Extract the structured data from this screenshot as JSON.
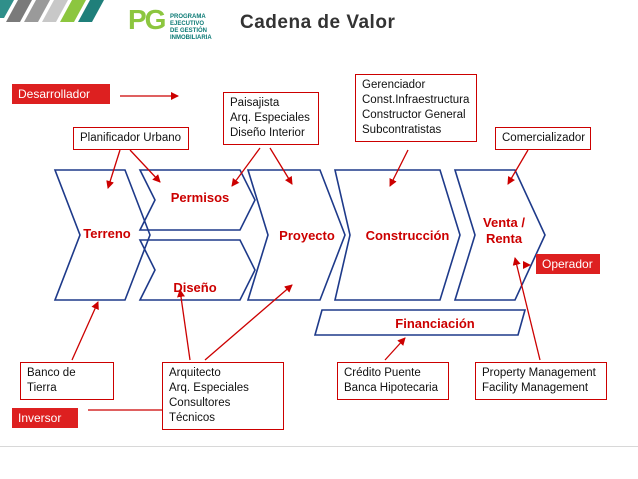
{
  "header": {
    "title": "Cadena de Valor",
    "logo_mark": "PG",
    "logo_lines": [
      "PROGRAMA EJECUTIVO",
      "DE GESTIÓN",
      "INMOBILIARIA"
    ]
  },
  "colors": {
    "accent": "#cc0000",
    "teal": "#0b7a75",
    "green": "#8cc63f"
  },
  "actors": {
    "desarrollador": "Desarrollador",
    "operador": "Operador",
    "inversor": "Inversor"
  },
  "boxes": {
    "planificador": "Planificador Urbano",
    "paisajista": [
      "Paisajista",
      "Arq. Especiales",
      "Diseño Interior"
    ],
    "gerenciador": [
      "Gerenciador",
      "Const.Infraestructura",
      "Constructor General",
      "Subcontratistas"
    ],
    "comercializador": "Comercializador",
    "banco": "Banco de Tierra",
    "arquitecto": [
      "Arquitecto",
      "Arq. Especiales",
      "Consultores Técnicos"
    ],
    "credito": [
      "Crédito Puente",
      "Banca Hipotecaria"
    ],
    "property": [
      "Property Management",
      "Facility Management"
    ]
  },
  "stages": {
    "terreno": "Terreno",
    "permisos": "Permisos",
    "diseno": "Diseño",
    "proyecto": "Proyecto",
    "construccion": "Construcción",
    "venta_line1": "Venta /",
    "venta_line2": "Renta",
    "financiacion": "Financiación"
  }
}
